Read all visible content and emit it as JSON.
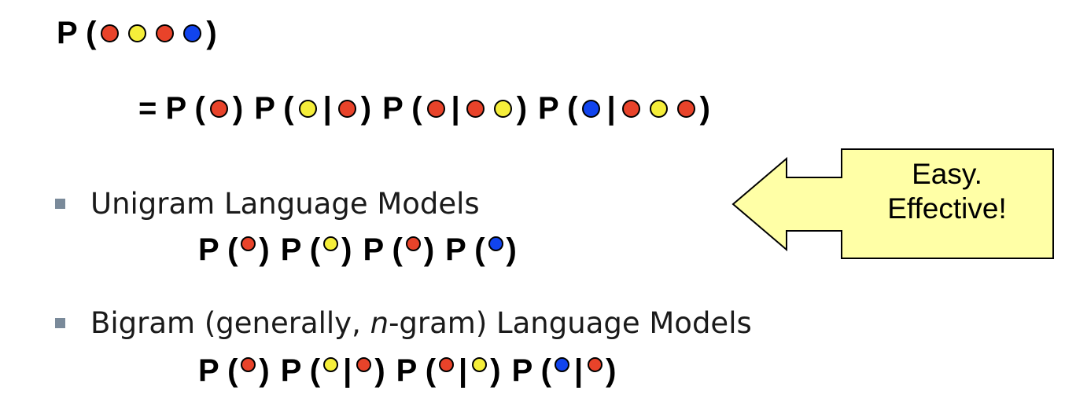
{
  "colors": {
    "red": "#e8432a",
    "yellow": "#f5ee3a",
    "blue": "#1144ee",
    "callout_fill": "#ffffa6",
    "bullet": "#7a8a9a"
  },
  "formulas": {
    "joint": [
      {
        "t": "P ("
      },
      {
        "d": "red"
      },
      {
        "d": "yellow"
      },
      {
        "d": "red"
      },
      {
        "d": "blue"
      },
      {
        "t": ")"
      }
    ],
    "chain": [
      {
        "t": "= P ("
      },
      {
        "d": "red"
      },
      {
        "t": ")"
      },
      {
        "t": "P ("
      },
      {
        "d": "yellow"
      },
      {
        "t": "|"
      },
      {
        "d": "red"
      },
      {
        "t": ")"
      },
      {
        "t": "P ("
      },
      {
        "d": "red"
      },
      {
        "t": "|"
      },
      {
        "d": "red"
      },
      {
        "d": "yellow"
      },
      {
        "t": ")"
      },
      {
        "t": "P ("
      },
      {
        "d": "blue"
      },
      {
        "t": "|"
      },
      {
        "d": "red"
      },
      {
        "d": "yellow"
      },
      {
        "d": "red"
      },
      {
        "t": ")"
      }
    ],
    "unigram": [
      {
        "t": "P ("
      },
      {
        "d": "red"
      },
      {
        "t": ")"
      },
      {
        "t": "P ("
      },
      {
        "d": "yellow"
      },
      {
        "t": ")"
      },
      {
        "t": "P ("
      },
      {
        "d": "red"
      },
      {
        "t": ")"
      },
      {
        "t": "P ("
      },
      {
        "d": "blue"
      },
      {
        "t": ")"
      }
    ],
    "bigram": [
      {
        "t": "P ("
      },
      {
        "d": "red"
      },
      {
        "t": ")"
      },
      {
        "t": "P ("
      },
      {
        "d": "yellow"
      },
      {
        "t": "|"
      },
      {
        "d": "red"
      },
      {
        "t": ")"
      },
      {
        "t": "P ("
      },
      {
        "d": "red"
      },
      {
        "t": "|"
      },
      {
        "d": "yellow"
      },
      {
        "t": ")"
      },
      {
        "t": "P ("
      },
      {
        "d": "blue"
      },
      {
        "t": "|"
      },
      {
        "d": "red"
      },
      {
        "t": ")"
      }
    ]
  },
  "bullets": {
    "unigram_label": "Unigram Language Models",
    "bigram_prefix": "Bigram (generally, ",
    "bigram_italic": "n",
    "bigram_suffix": "-gram) Language Models"
  },
  "callout": {
    "line1": "Easy.",
    "line2": "Effective!"
  }
}
